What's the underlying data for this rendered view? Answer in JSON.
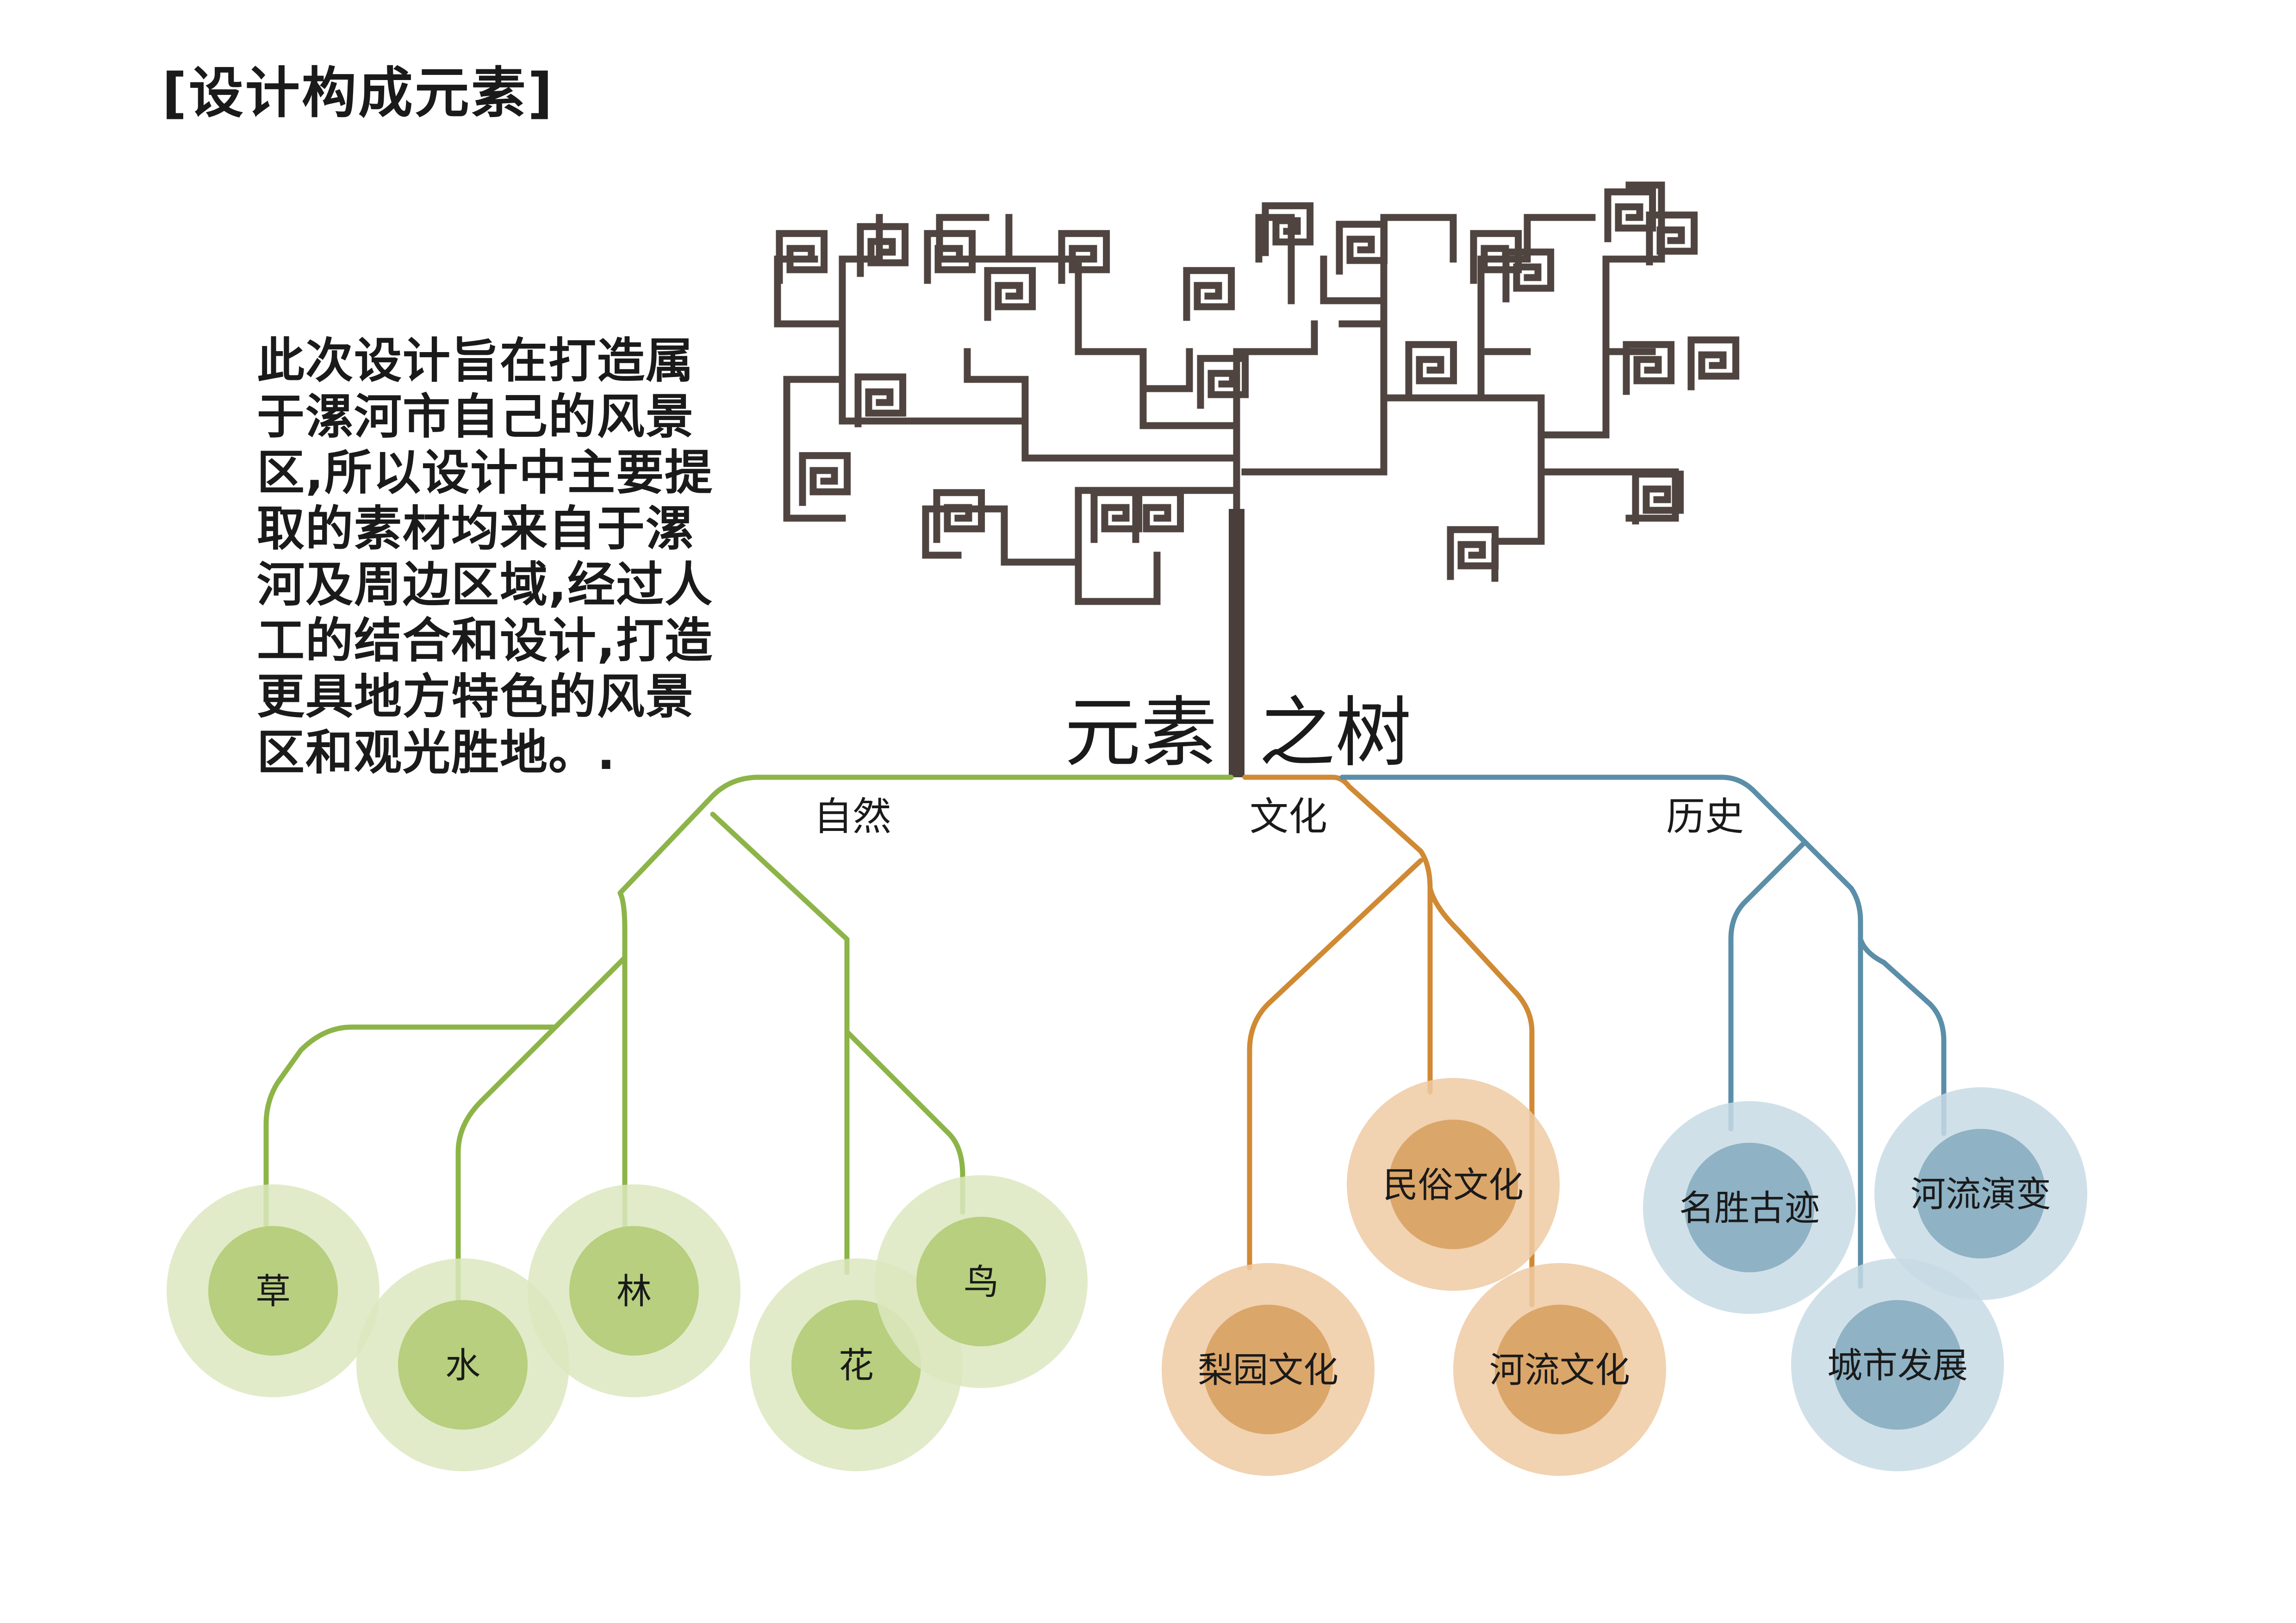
{
  "heading": "[设计构成元素]",
  "intro_lines": [
    "此次设计旨在打造属",
    "于漯河市自己的风景",
    "区,所以设计中主要提",
    "取的素材均来自于漯",
    "河及周边区域,经过人",
    "工的结合和设计,打造",
    "更具地方特色的风景",
    "区和观光胜地。."
  ],
  "tree_title": {
    "part1": "元素",
    "part2": "之树"
  },
  "categories": [
    {
      "label": "自然",
      "color": "#8db448",
      "outer": "#dce7bf",
      "inner": "#b7cf7e",
      "items": [
        "草",
        "水",
        "林",
        "花",
        "鸟"
      ]
    },
    {
      "label": "文化",
      "color": "#d08a34",
      "outer": "#eecaa3",
      "inner": "#dba66a",
      "items": [
        "民俗文化",
        "梨园文化",
        "河流文化"
      ]
    },
    {
      "label": "历史",
      "color": "#5b8ea8",
      "outer": "#c8dbe5",
      "inner": "#8fb2c4",
      "items": [
        "名胜古迹",
        "河流演变",
        "城市发展"
      ]
    }
  ],
  "trunk_color": "#4a3e3a",
  "crown_color": "#4f4440"
}
